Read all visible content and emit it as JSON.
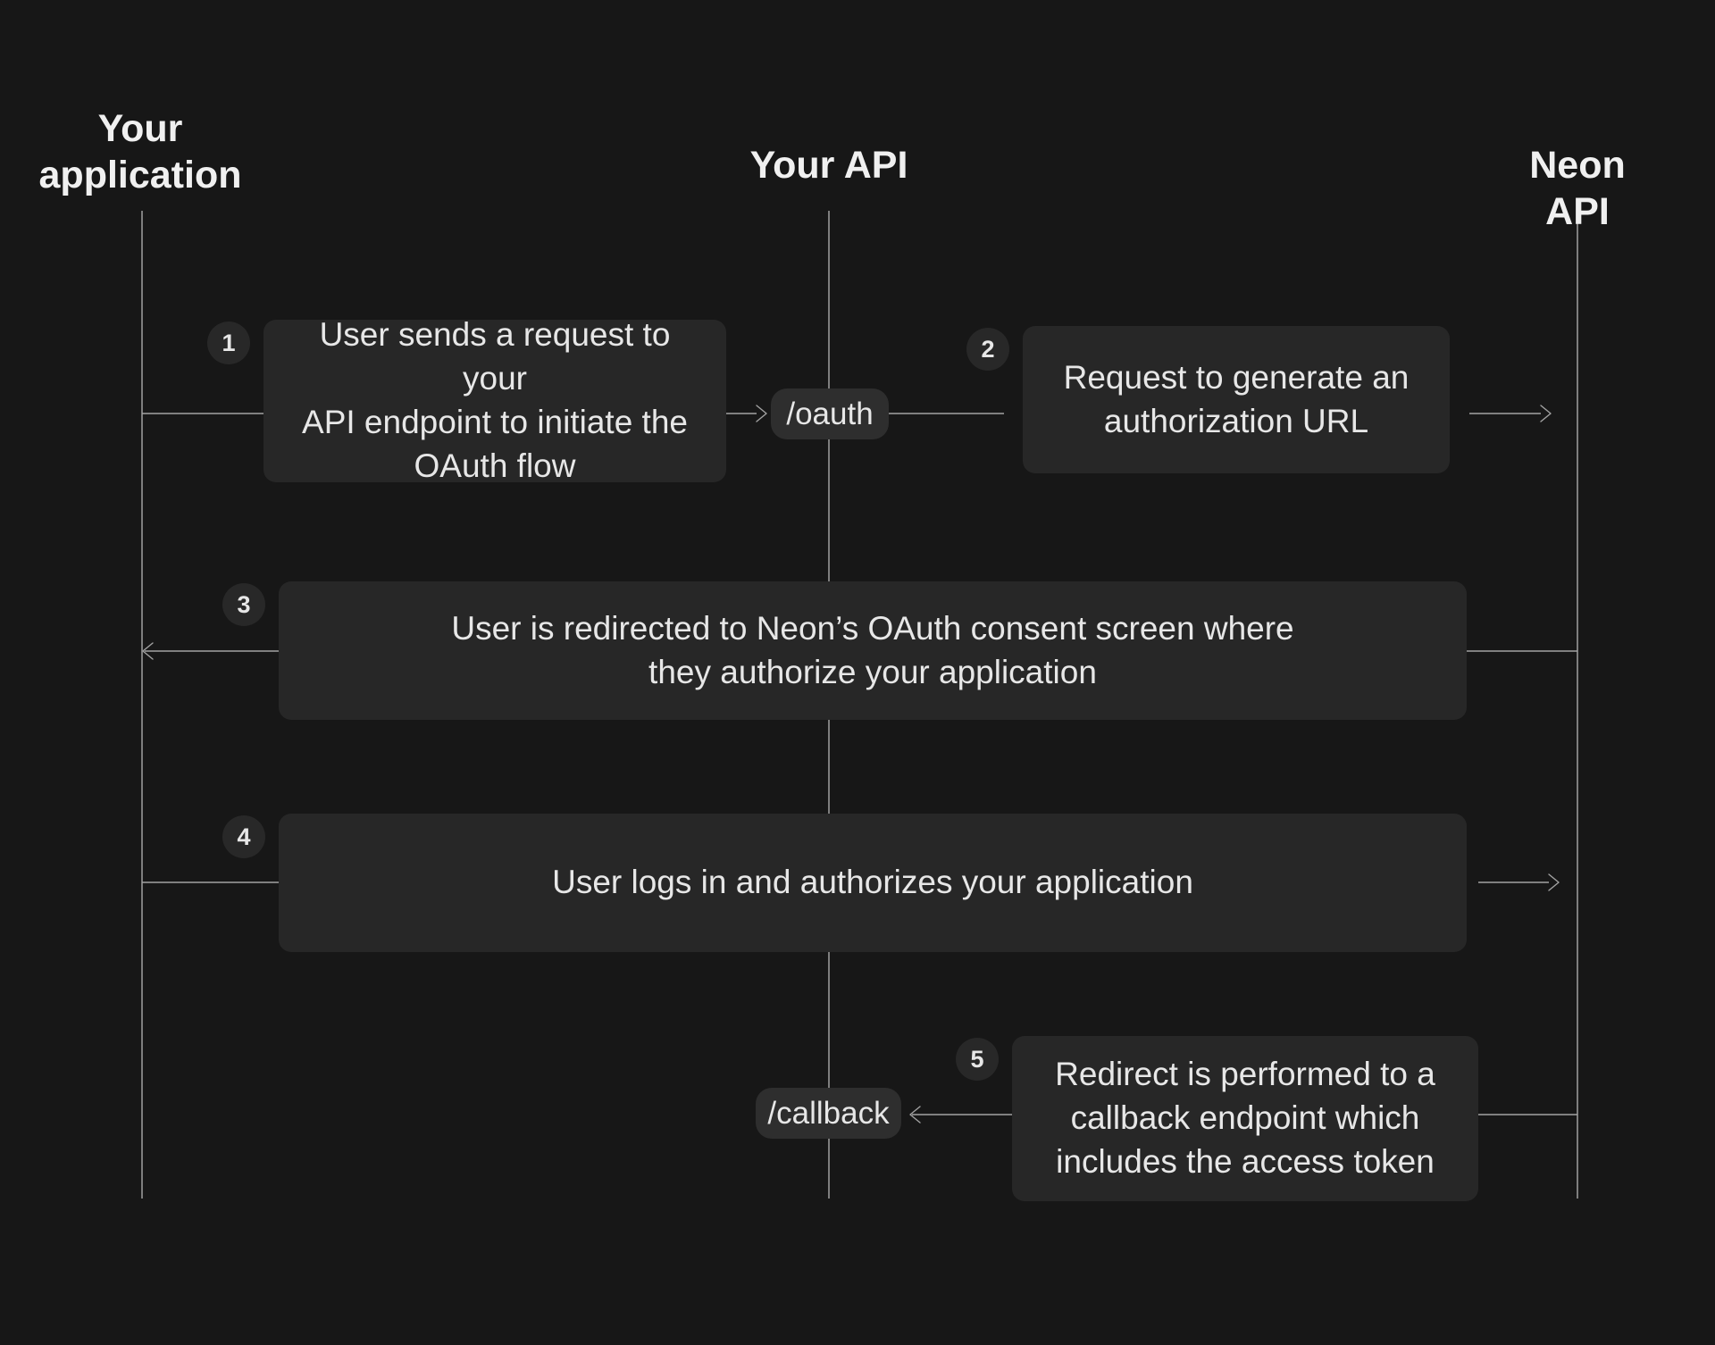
{
  "diagram": {
    "lanes": [
      {
        "label": "Your\napplication"
      },
      {
        "label": "Your API"
      },
      {
        "label": "Neon API"
      }
    ],
    "endpoints": {
      "oauth": "/oauth",
      "callback": "/callback"
    },
    "steps": [
      {
        "number": "1",
        "text": "User sends a request to your\nAPI endpoint to initiate the\nOAuth flow"
      },
      {
        "number": "2",
        "text": "Request to generate an\nauthorization URL"
      },
      {
        "number": "3",
        "text": "User is redirected to Neon’s OAuth consent screen where\nthey authorize your application"
      },
      {
        "number": "4",
        "text": "User logs in and authorizes your application"
      },
      {
        "number": "5",
        "text": "Redirect is performed to a\ncallback endpoint which\nincludes the access token"
      }
    ],
    "theme": {
      "bg": "#171717",
      "card": "#272727",
      "pill": "#2e2e2e",
      "badge": "#282828",
      "text": "#e7e7e7",
      "heading": "#f0f0f0",
      "lifeline": "#8a8a8a",
      "wire": "#a3a3a3"
    }
  }
}
